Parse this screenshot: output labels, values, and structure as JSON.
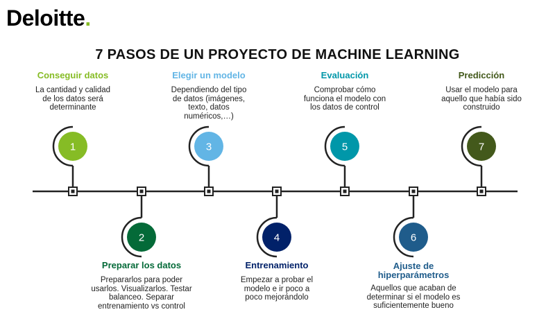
{
  "logo": {
    "text": "Deloitte",
    "dot": "."
  },
  "title": "7 PASOS DE UN PROYECTO DE MACHINE LEARNING",
  "steps": [
    {
      "number": "1",
      "title": "Conseguir datos",
      "description": "La cantidad y calidad de los datos será determinante",
      "color": "#86bc25",
      "title_color": "#86bc25",
      "position": "top"
    },
    {
      "number": "2",
      "title": "Preparar los datos",
      "description": "Prepararlos para poder usarlos. Visualizarlos. Testar balanceo. Separar entrenamiento vs control",
      "color": "#046a38",
      "title_color": "#046a38",
      "position": "bottom"
    },
    {
      "number": "3",
      "title": "Elegir un modelo",
      "description": "Dependiendo del tipo de datos (imágenes, texto, datos numéricos,…)",
      "color": "#62b5e5",
      "title_color": "#62b5e5",
      "position": "top"
    },
    {
      "number": "4",
      "title": "Entrenamiento",
      "description": "Empezar a probar el modelo e ir poco a poco mejorándolo",
      "color": "#012169",
      "title_color": "#012169",
      "position": "bottom"
    },
    {
      "number": "5",
      "title": "Evaluación",
      "description": "Comprobar cómo funciona el modelo con los datos de control",
      "color": "#0097a9",
      "title_color": "#0097a9",
      "position": "top"
    },
    {
      "number": "6",
      "title": "Ajuste de hiperparámetros",
      "description": "Aquellos que acaban de determinar si el modelo es suficientemente bueno",
      "color": "#1f5c8b",
      "title_color": "#1f5c8b",
      "position": "bottom"
    },
    {
      "number": "7",
      "title": "Predicción",
      "description": "Usar el modelo para aquello que había sido construido",
      "color": "#43591b",
      "title_color": "#43591b",
      "position": "top"
    }
  ]
}
